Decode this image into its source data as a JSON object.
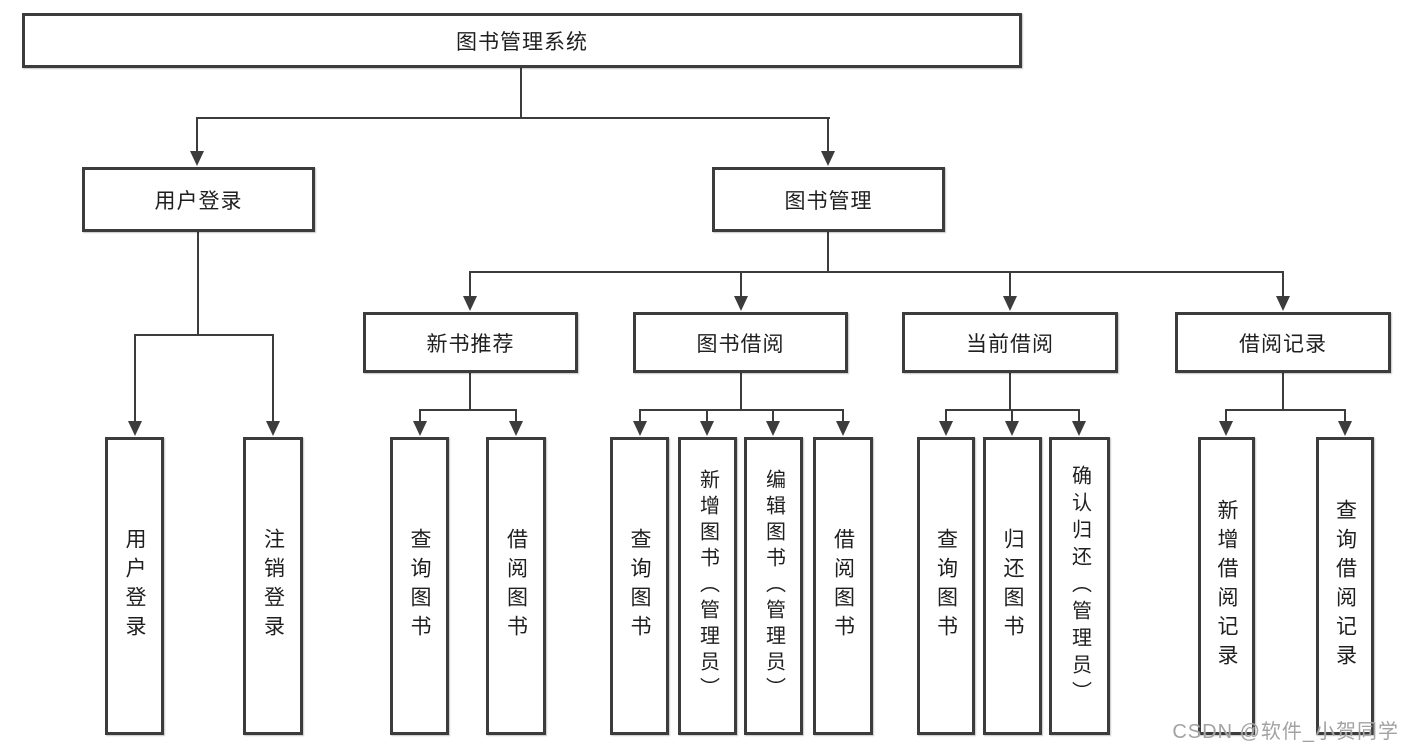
{
  "diagram_title": "图书管理系统",
  "nodes": {
    "root": "图书管理系统",
    "user_login": "用户登录",
    "book_mgmt": "图书管理",
    "new_book_rec": "新书推荐",
    "book_borrow": "图书借阅",
    "current_borrow": "当前借阅",
    "borrow_record": "借阅记录",
    "leaf_user_login": "用户登录",
    "leaf_logout": "注销登录",
    "leaf_query_book_1": "查询图书",
    "leaf_borrow_book_1": "借阅图书",
    "leaf_query_book_2": "查询图书",
    "leaf_add_book": "新增图书（管理员）",
    "leaf_edit_book": "编辑图书（管理员）",
    "leaf_borrow_book_2": "借阅图书",
    "leaf_query_book_3": "查询图书",
    "leaf_return_book": "归还图书",
    "leaf_confirm_return": "确认归还（管理员）",
    "leaf_add_record": "新增借阅记录",
    "leaf_query_record": "查询借阅记录"
  },
  "hierarchy": {
    "图书管理系统": [
      "用户登录",
      "图书管理"
    ],
    "用户登录": [
      "用户登录",
      "注销登录"
    ],
    "图书管理": [
      "新书推荐",
      "图书借阅",
      "当前借阅",
      "借阅记录"
    ],
    "新书推荐": [
      "查询图书",
      "借阅图书"
    ],
    "图书借阅": [
      "查询图书",
      "新增图书（管理员）",
      "编辑图书（管理员）",
      "借阅图书"
    ],
    "当前借阅": [
      "查询图书",
      "归还图书",
      "确认归还（管理员）"
    ],
    "借阅记录": [
      "新增借阅记录",
      "查询借阅记录"
    ]
  },
  "watermark": "CSDN @软件_小贺同学",
  "colors": {
    "line": "#3c3c3c",
    "text": "#1f1f1f",
    "background": "#ffffff",
    "watermark": "#a3a3a3"
  }
}
